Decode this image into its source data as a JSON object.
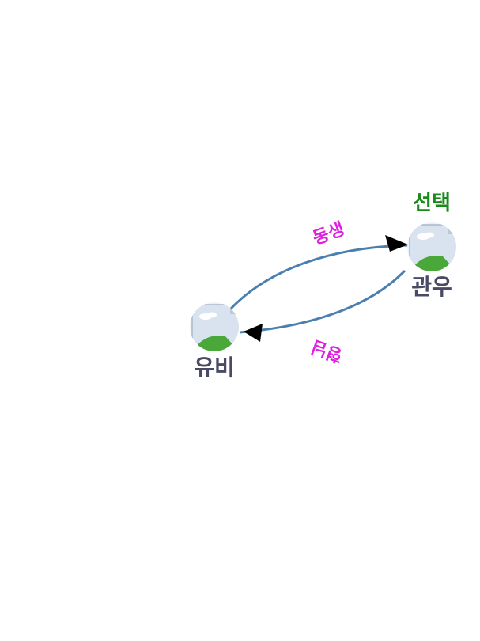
{
  "nodes": {
    "yubi": {
      "label": "유비",
      "icon": "image-placeholder-icon"
    },
    "gwanu": {
      "label": "관우",
      "icon": "image-placeholder-icon",
      "badge": "선택"
    }
  },
  "edges": {
    "top": {
      "label": "동생",
      "from": "유비",
      "to": "관우"
    },
    "bottom": {
      "label": "형님",
      "from": "관우",
      "to": "유비"
    }
  },
  "colors": {
    "edge": "#4a7fb0",
    "edge_label": "#e020e0",
    "node_label": "#4a4a66",
    "selected": "#1a8a1a"
  }
}
